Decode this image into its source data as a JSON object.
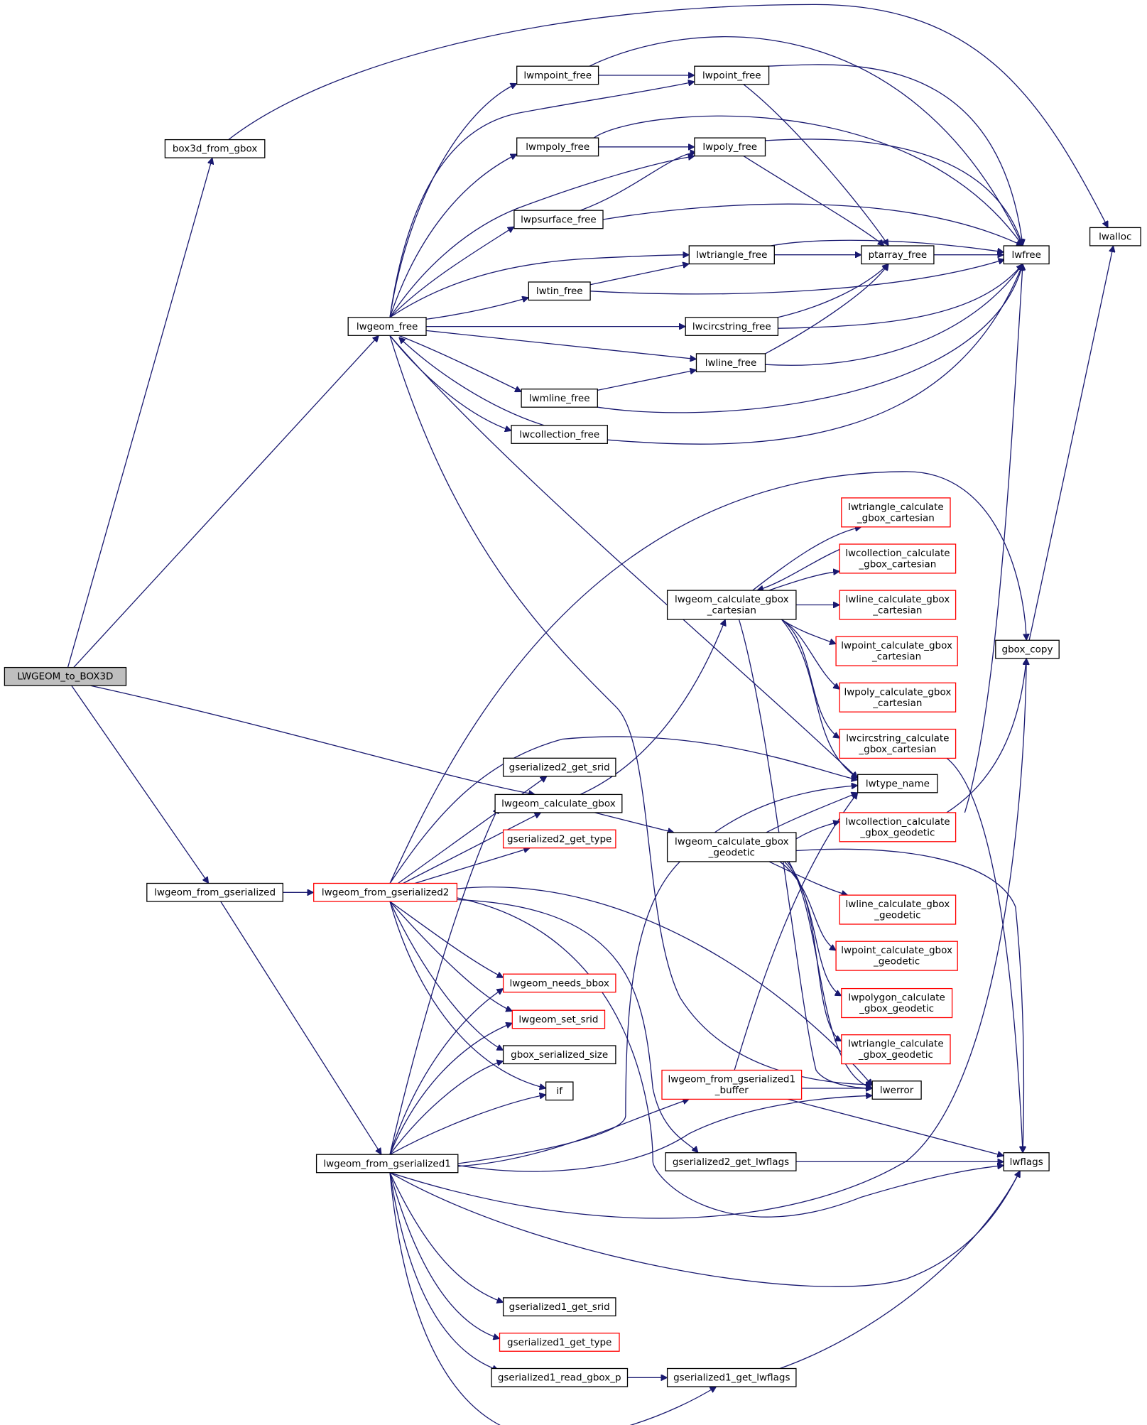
{
  "nodes": [
    {
      "id": "LWGEOM_to_BOX3D",
      "lines": [
        "LWGEOM_to_BOX3D"
      ],
      "style": "root"
    },
    {
      "id": "box3d_from_gbox",
      "lines": [
        "box3d_from_gbox"
      ],
      "style": "black"
    },
    {
      "id": "lwgeom_free",
      "lines": [
        "lwgeom_free"
      ],
      "style": "black"
    },
    {
      "id": "lwgeom_from_gserialized",
      "lines": [
        "lwgeom_from_gserialized"
      ],
      "style": "black"
    },
    {
      "id": "lwgeom_from_gserialized2",
      "lines": [
        "lwgeom_from_gserialized2"
      ],
      "style": "red"
    },
    {
      "id": "lwgeom_from_gserialized1",
      "lines": [
        "lwgeom_from_gserialized1"
      ],
      "style": "black"
    },
    {
      "id": "lwmpoint_free",
      "lines": [
        "lwmpoint_free"
      ],
      "style": "black"
    },
    {
      "id": "lwmpoly_free",
      "lines": [
        "lwmpoly_free"
      ],
      "style": "black"
    },
    {
      "id": "lwpsurface_free",
      "lines": [
        "lwpsurface_free"
      ],
      "style": "black"
    },
    {
      "id": "lwtin_free",
      "lines": [
        "lwtin_free"
      ],
      "style": "black"
    },
    {
      "id": "lwmline_free",
      "lines": [
        "lwmline_free"
      ],
      "style": "black"
    },
    {
      "id": "lwcollection_free",
      "lines": [
        "lwcollection_free"
      ],
      "style": "black"
    },
    {
      "id": "lwpoint_free",
      "lines": [
        "lwpoint_free"
      ],
      "style": "black"
    },
    {
      "id": "lwpoly_free",
      "lines": [
        "lwpoly_free"
      ],
      "style": "black"
    },
    {
      "id": "lwtriangle_free",
      "lines": [
        "lwtriangle_free"
      ],
      "style": "black"
    },
    {
      "id": "lwcircstring_free",
      "lines": [
        "lwcircstring_free"
      ],
      "style": "black"
    },
    {
      "id": "lwline_free",
      "lines": [
        "lwline_free"
      ],
      "style": "black"
    },
    {
      "id": "ptarray_free",
      "lines": [
        "ptarray_free"
      ],
      "style": "black"
    },
    {
      "id": "lwfree",
      "lines": [
        "lwfree"
      ],
      "style": "black"
    },
    {
      "id": "lwalloc",
      "lines": [
        "lwalloc"
      ],
      "style": "black"
    },
    {
      "id": "gbox_copy",
      "lines": [
        "gbox_copy"
      ],
      "style": "black"
    },
    {
      "id": "lwtype_name",
      "lines": [
        "lwtype_name"
      ],
      "style": "black"
    },
    {
      "id": "lwerror",
      "lines": [
        "lwerror"
      ],
      "style": "black"
    },
    {
      "id": "lwflags",
      "lines": [
        "lwflags"
      ],
      "style": "black"
    },
    {
      "id": "lwgeom_calculate_gbox_cartesian",
      "lines": [
        "lwgeom_calculate_gbox",
        "_cartesian"
      ],
      "style": "black"
    },
    {
      "id": "lwgeom_calculate_gbox_geodetic",
      "lines": [
        "lwgeom_calculate_gbox",
        "_geodetic"
      ],
      "style": "black"
    },
    {
      "id": "lwtriangle_calculate_gbox_cartesian",
      "lines": [
        "lwtriangle_calculate",
        "_gbox_cartesian"
      ],
      "style": "red"
    },
    {
      "id": "lwcollection_calculate_gbox_cartesian",
      "lines": [
        "lwcollection_calculate",
        "_gbox_cartesian"
      ],
      "style": "red"
    },
    {
      "id": "lwline_calculate_gbox_cartesian",
      "lines": [
        "lwline_calculate_gbox",
        "_cartesian"
      ],
      "style": "red"
    },
    {
      "id": "lwpoint_calculate_gbox_cartesian",
      "lines": [
        "lwpoint_calculate_gbox",
        "_cartesian"
      ],
      "style": "red"
    },
    {
      "id": "lwpoly_calculate_gbox_cartesian",
      "lines": [
        "lwpoly_calculate_gbox",
        "_cartesian"
      ],
      "style": "red"
    },
    {
      "id": "lwcircstring_calculate_gbox_cartesian",
      "lines": [
        "lwcircstring_calculate",
        "_gbox_cartesian"
      ],
      "style": "red"
    },
    {
      "id": "lwcollection_calculate_gbox_geodetic",
      "lines": [
        "lwcollection_calculate",
        "_gbox_geodetic"
      ],
      "style": "red"
    },
    {
      "id": "lwline_calculate_gbox_geodetic",
      "lines": [
        "lwline_calculate_gbox",
        "_geodetic"
      ],
      "style": "red"
    },
    {
      "id": "lwpoint_calculate_gbox_geodetic",
      "lines": [
        "lwpoint_calculate_gbox",
        "_geodetic"
      ],
      "style": "red"
    },
    {
      "id": "lwpolygon_calculate_gbox_geodetic",
      "lines": [
        "lwpolygon_calculate",
        "_gbox_geodetic"
      ],
      "style": "red"
    },
    {
      "id": "lwtriangle_calculate_gbox_geodetic",
      "lines": [
        "lwtriangle_calculate",
        "_gbox_geodetic"
      ],
      "style": "red"
    },
    {
      "id": "gserialized2_get_srid",
      "lines": [
        "gserialized2_get_srid"
      ],
      "style": "black"
    },
    {
      "id": "lwgeom_calculate_gbox",
      "lines": [
        "lwgeom_calculate_gbox"
      ],
      "style": "black"
    },
    {
      "id": "gserialized2_get_type",
      "lines": [
        "gserialized2_get_type"
      ],
      "style": "red"
    },
    {
      "id": "lwgeom_needs_bbox",
      "lines": [
        "lwgeom_needs_bbox"
      ],
      "style": "red"
    },
    {
      "id": "lwgeom_set_srid",
      "lines": [
        "lwgeom_set_srid"
      ],
      "style": "red"
    },
    {
      "id": "gbox_serialized_size",
      "lines": [
        "gbox_serialized_size"
      ],
      "style": "black"
    },
    {
      "id": "if",
      "lines": [
        "if"
      ],
      "style": "black"
    },
    {
      "id": "lwgeom_from_gserialized1_buffer",
      "lines": [
        "lwgeom_from_gserialized1",
        "_buffer"
      ],
      "style": "red"
    },
    {
      "id": "gserialized2_get_lwflags",
      "lines": [
        "gserialized2_get_lwflags"
      ],
      "style": "black"
    },
    {
      "id": "gserialized1_get_srid",
      "lines": [
        "gserialized1_get_srid"
      ],
      "style": "black"
    },
    {
      "id": "gserialized1_get_type",
      "lines": [
        "gserialized1_get_type"
      ],
      "style": "red"
    },
    {
      "id": "gserialized1_read_gbox_p",
      "lines": [
        "gserialized1_read_gbox_p"
      ],
      "style": "black"
    },
    {
      "id": "gserialized1_get_lwflags",
      "lines": [
        "gserialized1_get_lwflags"
      ],
      "style": "black"
    }
  ],
  "edges": [
    [
      "LWGEOM_to_BOX3D",
      "box3d_from_gbox"
    ],
    [
      "LWGEOM_to_BOX3D",
      "lwgeom_free"
    ],
    [
      "LWGEOM_to_BOX3D",
      "lwgeom_calculate_gbox"
    ],
    [
      "LWGEOM_to_BOX3D",
      "lwgeom_from_gserialized"
    ],
    [
      "box3d_from_gbox",
      "lwalloc"
    ],
    [
      "lwgeom_free",
      "lwmpoint_free"
    ],
    [
      "lwgeom_free",
      "lwpoint_free"
    ],
    [
      "lwgeom_free",
      "lwmpoly_free"
    ],
    [
      "lwgeom_free",
      "lwpoly_free"
    ],
    [
      "lwgeom_free",
      "lwpsurface_free"
    ],
    [
      "lwgeom_free",
      "lwtriangle_free"
    ],
    [
      "lwgeom_free",
      "lwtin_free"
    ],
    [
      "lwgeom_free",
      "lwcircstring_free"
    ],
    [
      "lwgeom_free",
      "lwline_free"
    ],
    [
      "lwgeom_free",
      "lwmline_free"
    ],
    [
      "lwgeom_free",
      "lwcollection_free"
    ],
    [
      "lwgeom_free",
      "lwtype_name"
    ],
    [
      "lwgeom_free",
      "lwerror"
    ],
    [
      "lwmpoint_free",
      "lwpoint_free"
    ],
    [
      "lwmpoint_free",
      "lwfree"
    ],
    [
      "lwmpoly_free",
      "lwpoly_free"
    ],
    [
      "lwmpoly_free",
      "lwfree"
    ],
    [
      "lwpsurface_free",
      "lwpoly_free"
    ],
    [
      "lwpsurface_free",
      "lwfree"
    ],
    [
      "lwtin_free",
      "lwtriangle_free"
    ],
    [
      "lwtin_free",
      "lwfree"
    ],
    [
      "lwmline_free",
      "lwline_free"
    ],
    [
      "lwmline_free",
      "lwfree"
    ],
    [
      "lwcollection_free",
      "lwgeom_free"
    ],
    [
      "lwcollection_free",
      "lwfree"
    ],
    [
      "lwpoint_free",
      "ptarray_free"
    ],
    [
      "lwpoint_free",
      "lwfree"
    ],
    [
      "lwpoly_free",
      "ptarray_free"
    ],
    [
      "lwpoly_free",
      "lwfree"
    ],
    [
      "lwtriangle_free",
      "ptarray_free"
    ],
    [
      "lwtriangle_free",
      "lwfree"
    ],
    [
      "lwcircstring_free",
      "ptarray_free"
    ],
    [
      "lwcircstring_free",
      "lwfree"
    ],
    [
      "lwline_free",
      "ptarray_free"
    ],
    [
      "lwline_free",
      "lwfree"
    ],
    [
      "ptarray_free",
      "lwfree"
    ],
    [
      "gbox_copy",
      "lwalloc"
    ],
    [
      "lwgeom_from_gserialized",
      "lwgeom_from_gserialized2"
    ],
    [
      "lwgeom_from_gserialized",
      "lwgeom_from_gserialized1"
    ],
    [
      "lwgeom_from_gserialized2",
      "gserialized2_get_srid"
    ],
    [
      "lwgeom_from_gserialized2",
      "lwgeom_calculate_gbox"
    ],
    [
      "lwgeom_from_gserialized2",
      "gserialized2_get_type"
    ],
    [
      "lwgeom_from_gserialized2",
      "lwgeom_needs_bbox"
    ],
    [
      "lwgeom_from_gserialized2",
      "lwgeom_set_srid"
    ],
    [
      "lwgeom_from_gserialized2",
      "gbox_serialized_size"
    ],
    [
      "lwgeom_from_gserialized2",
      "if"
    ],
    [
      "lwgeom_from_gserialized2",
      "gserialized2_get_lwflags"
    ],
    [
      "lwgeom_from_gserialized2",
      "lwerror"
    ],
    [
      "lwgeom_from_gserialized2",
      "lwflags"
    ],
    [
      "lwgeom_from_gserialized2",
      "lwtype_name"
    ],
    [
      "lwgeom_from_gserialized2",
      "gbox_copy"
    ],
    [
      "lwgeom_from_gserialized1",
      "gserialized1_get_srid"
    ],
    [
      "lwgeom_from_gserialized1",
      "gserialized1_get_type"
    ],
    [
      "lwgeom_from_gserialized1",
      "gserialized1_read_gbox_p"
    ],
    [
      "lwgeom_from_gserialized1",
      "gserialized1_get_lwflags"
    ],
    [
      "lwgeom_from_gserialized1",
      "lwgeom_from_gserialized1_buffer"
    ],
    [
      "lwgeom_from_gserialized1",
      "lwgeom_calculate_gbox"
    ],
    [
      "lwgeom_from_gserialized1",
      "lwgeom_needs_bbox"
    ],
    [
      "lwgeom_from_gserialized1",
      "lwgeom_set_srid"
    ],
    [
      "lwgeom_from_gserialized1",
      "gbox_serialized_size"
    ],
    [
      "lwgeom_from_gserialized1",
      "if"
    ],
    [
      "lwgeom_from_gserialized1",
      "lwerror"
    ],
    [
      "lwgeom_from_gserialized1",
      "lwflags"
    ],
    [
      "lwgeom_from_gserialized1",
      "lwtype_name"
    ],
    [
      "lwgeom_from_gserialized1",
      "gbox_copy"
    ],
    [
      "lwgeom_calculate_gbox",
      "lwgeom_calculate_gbox_cartesian"
    ],
    [
      "lwgeom_calculate_gbox",
      "lwgeom_calculate_gbox_geodetic"
    ],
    [
      "lwgeom_calculate_gbox_cartesian",
      "lwtriangle_calculate_gbox_cartesian"
    ],
    [
      "lwgeom_calculate_gbox_cartesian",
      "lwcollection_calculate_gbox_cartesian"
    ],
    [
      "lwgeom_calculate_gbox_cartesian",
      "lwline_calculate_gbox_cartesian"
    ],
    [
      "lwgeom_calculate_gbox_cartesian",
      "lwpoint_calculate_gbox_cartesian"
    ],
    [
      "lwgeom_calculate_gbox_cartesian",
      "lwpoly_calculate_gbox_cartesian"
    ],
    [
      "lwgeom_calculate_gbox_cartesian",
      "lwcircstring_calculate_gbox_cartesian"
    ],
    [
      "lwgeom_calculate_gbox_cartesian",
      "lwtype_name"
    ],
    [
      "lwgeom_calculate_gbox_cartesian",
      "lwerror"
    ],
    [
      "lwcollection_calculate_gbox_cartesian",
      "lwgeom_calculate_gbox_cartesian"
    ],
    [
      "lwcircstring_calculate_gbox_cartesian",
      "lwflags"
    ],
    [
      "lwgeom_calculate_gbox_geodetic",
      "lwcollection_calculate_gbox_geodetic"
    ],
    [
      "lwgeom_calculate_gbox_geodetic",
      "lwline_calculate_gbox_geodetic"
    ],
    [
      "lwgeom_calculate_gbox_geodetic",
      "lwpoint_calculate_gbox_geodetic"
    ],
    [
      "lwgeom_calculate_gbox_geodetic",
      "lwpolygon_calculate_gbox_geodetic"
    ],
    [
      "lwgeom_calculate_gbox_geodetic",
      "lwtriangle_calculate_gbox_geodetic"
    ],
    [
      "lwgeom_calculate_gbox_geodetic",
      "lwtype_name"
    ],
    [
      "lwgeom_calculate_gbox_geodetic",
      "lwerror"
    ],
    [
      "lwgeom_calculate_gbox_geodetic",
      "lwflags"
    ],
    [
      "lwcollection_calculate_gbox_geodetic",
      "gbox_copy"
    ],
    [
      "lwcollection_calculate_gbox_geodetic",
      "lwfree"
    ],
    [
      "lwgeom_from_gserialized1_buffer",
      "lwtype_name"
    ],
    [
      "lwgeom_from_gserialized1_buffer",
      "lwerror"
    ],
    [
      "lwgeom_from_gserialized1_buffer",
      "lwflags"
    ],
    [
      "gserialized2_get_lwflags",
      "lwflags"
    ],
    [
      "gserialized1_read_gbox_p",
      "gserialized1_get_lwflags"
    ],
    [
      "gserialized1_get_lwflags",
      "lwflags"
    ]
  ]
}
